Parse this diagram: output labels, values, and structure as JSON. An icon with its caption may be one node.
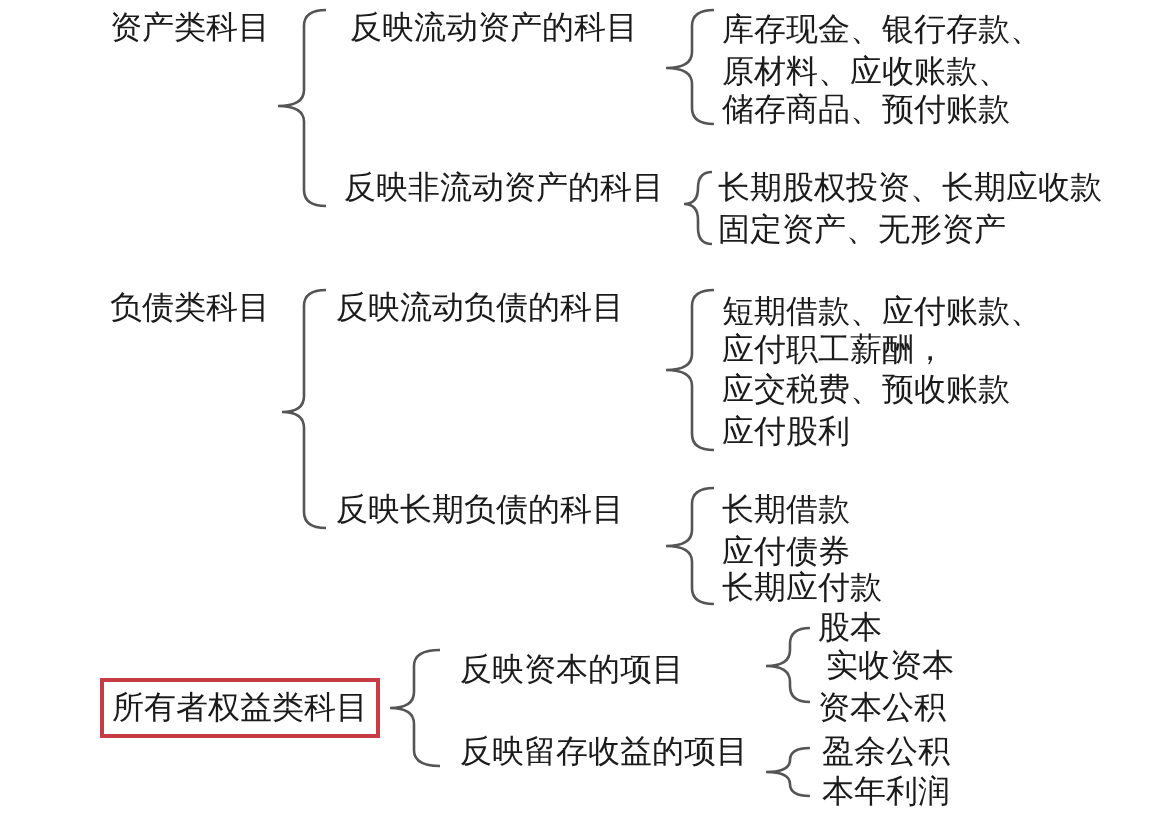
{
  "diagram": {
    "nodes": [
      {
        "text": [
          "所有者权益类科目"
        ]
      }
    ],
    "labels": [
      "资产类科目",
      "反映流动资产的科目",
      "库存现金、银行存款、",
      "原材料、应收账款、",
      "储存商品、预付账款",
      "反映非流动资产的科目",
      "长期股权投资、长期应收款",
      "固定资产、无形资产",
      "负债类科目",
      "反映流动负债的科目",
      "短期借款、应付账款、",
      "应付职工薪酬，",
      "应交税费、预收账款",
      "应付股利",
      "反映长期负债的科目",
      "长期借款",
      "应付债券",
      "长期应付款",
      "反映资本的项目",
      "股本",
      "实收资本",
      "资本公积",
      "反映留存收益的项目",
      "盈余公积",
      "本年利润"
    ]
  }
}
